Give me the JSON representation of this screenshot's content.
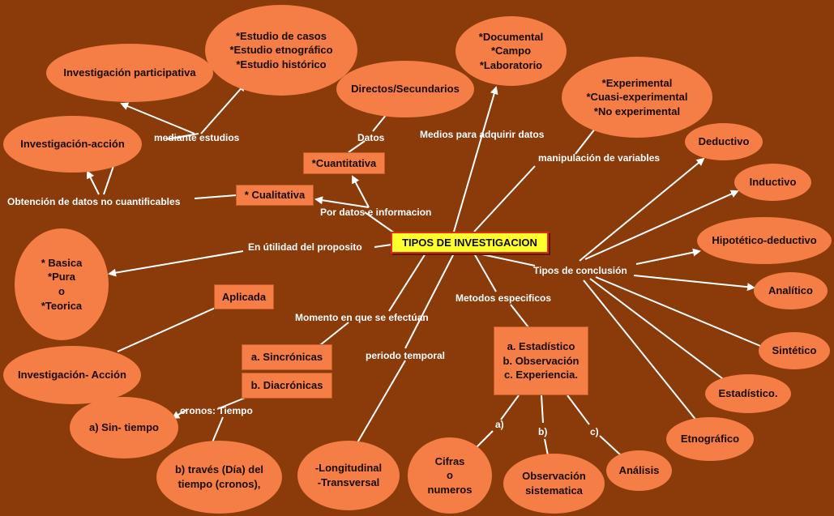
{
  "center": "TIPOS DE INVESTIGACION",
  "nodes": {
    "estudios": "*Estudio de casos\n*Estudio etnográfico\n*Estudio histórico",
    "participativa": "Investigación participativa",
    "accion_top": "Investigación-acción",
    "directos": "Directos/Secundarios",
    "documental": "*Documental\n*Campo\n*Laboratorio",
    "experimental": "*Experimental\n*Cuasi-experimental\n*No experimental",
    "cuantitativa": "*Cuantitativa",
    "cualitativa": "* Cualitativa",
    "basica": "* Basica\n*Pura\no\n*Teorica",
    "aplicada": "Aplicada",
    "accion_bottom": "Investigación- Acción",
    "sincronicas": "a. Sincrónicas",
    "diacronicas": "b. Diacrónicas",
    "sin_tiempo": "a)  Sin- tiempo",
    "traves": "b) través (Día) del\ntiempo (cronos),",
    "longitudinal": "-Longitudinal\n-Transversal",
    "metodos_box": "a. Estadístico\nb. Observación\nc. Experiencia.",
    "cifras": "Cifras\no\nnumeros",
    "observacion": "Observación\nsistematica",
    "analisis": "Análisis",
    "deductivo": "Deductivo",
    "inductivo": "Inductivo",
    "hipotetico": "Hipotético-deductivo",
    "analitico": "Analítico",
    "sintetico": "Sintético",
    "estadistico": "Estadístico.",
    "etnografico": "Etnográfico"
  },
  "labels": {
    "mediante": "mediante estudios",
    "obtencion": "Obtención de datos no cuantificables",
    "datos": "Datos",
    "medios": "Medios para adquirir  datos",
    "manipulacion": "manipulación de variables",
    "por_datos": "Por datos e informacion",
    "utilidad": "En útilidad del proposito",
    "tipos_conclusion": "Tipos de conclusión",
    "momento": "Momento en que se efectúan",
    "metodos": "Metodos especificos",
    "periodo": "periodo temporal",
    "cronos": "cronos: Tiempo",
    "a": "a)",
    "b": "b)",
    "c": "c)"
  }
}
